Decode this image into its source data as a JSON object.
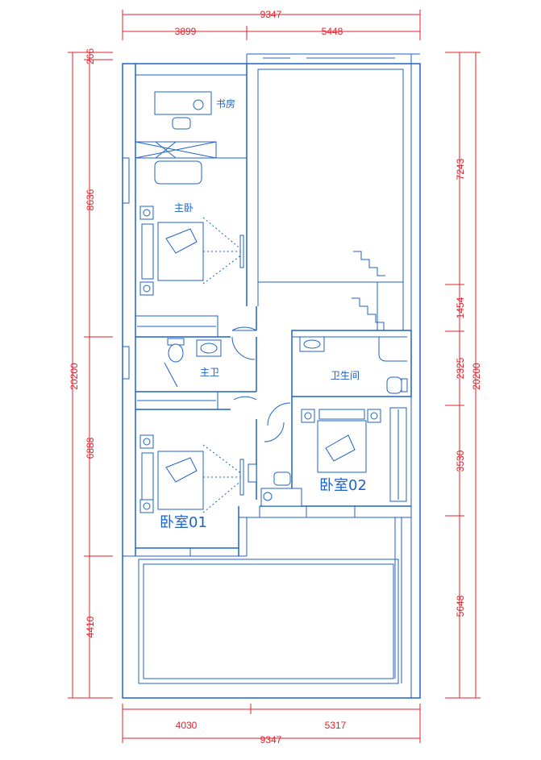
{
  "dimensions": {
    "top_total": "9347",
    "top_left": "3899",
    "top_right": "5448",
    "bottom_total": "9347",
    "bottom_left": "4030",
    "bottom_right": "5317",
    "left_total": "20200",
    "left_top": "266",
    "left_a": "8636",
    "left_b": "6888",
    "left_c": "4410",
    "right_total": "20200",
    "right_a": "7243",
    "right_b": "1454",
    "right_c": "2325",
    "right_d": "3530",
    "right_e": "5648"
  },
  "rooms": {
    "study": "书房",
    "master_bedroom": "主卧",
    "master_bath": "主卫",
    "bathroom": "卫生间",
    "bedroom_01": "卧室01",
    "bedroom_02": "卧室02"
  },
  "colors": {
    "walls": "#1e62c8",
    "dimensions": "#e0202a"
  }
}
